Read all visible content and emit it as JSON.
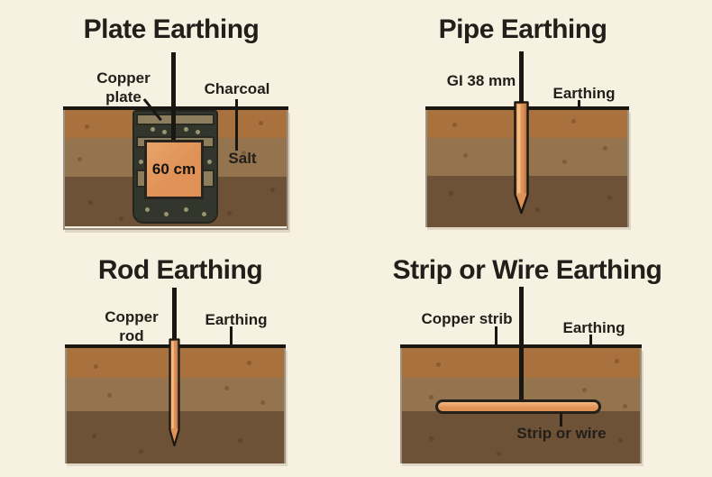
{
  "colors": {
    "background": "#f7f1e1",
    "text": "#221e19",
    "line": "#1a1713",
    "soil_top": "#a8713e",
    "soil_middle": "#93744e",
    "soil_bottom": "#6d5237",
    "soil_dot": "rgba(60,36,16,0.28)",
    "copper": "#df9156",
    "copper_light": "#f2bd85",
    "charcoal": "#33362c",
    "salt": "#8c7e5c",
    "pit_dot": "#9a9470"
  },
  "panels": {
    "plate": {
      "title": "Plate Earthing",
      "labels": {
        "copper_plate": "Copper plate",
        "charcoal": "Charcoal",
        "salt": "Salt",
        "plate_size": "60 cm"
      }
    },
    "pipe": {
      "title": "Pipe Earthing",
      "labels": {
        "pipe_spec": "GI 38 mm",
        "earthing": "Earthing"
      }
    },
    "rod": {
      "title": "Rod Earthing",
      "labels": {
        "copper_rod": "Copper rod",
        "earthing": "Earthing"
      }
    },
    "strip": {
      "title": "Strip or Wire Earthing",
      "labels": {
        "copper_strip": "Copper strib",
        "earthing": "Earthing",
        "strip_or_wire": "Strip or wire"
      }
    }
  }
}
